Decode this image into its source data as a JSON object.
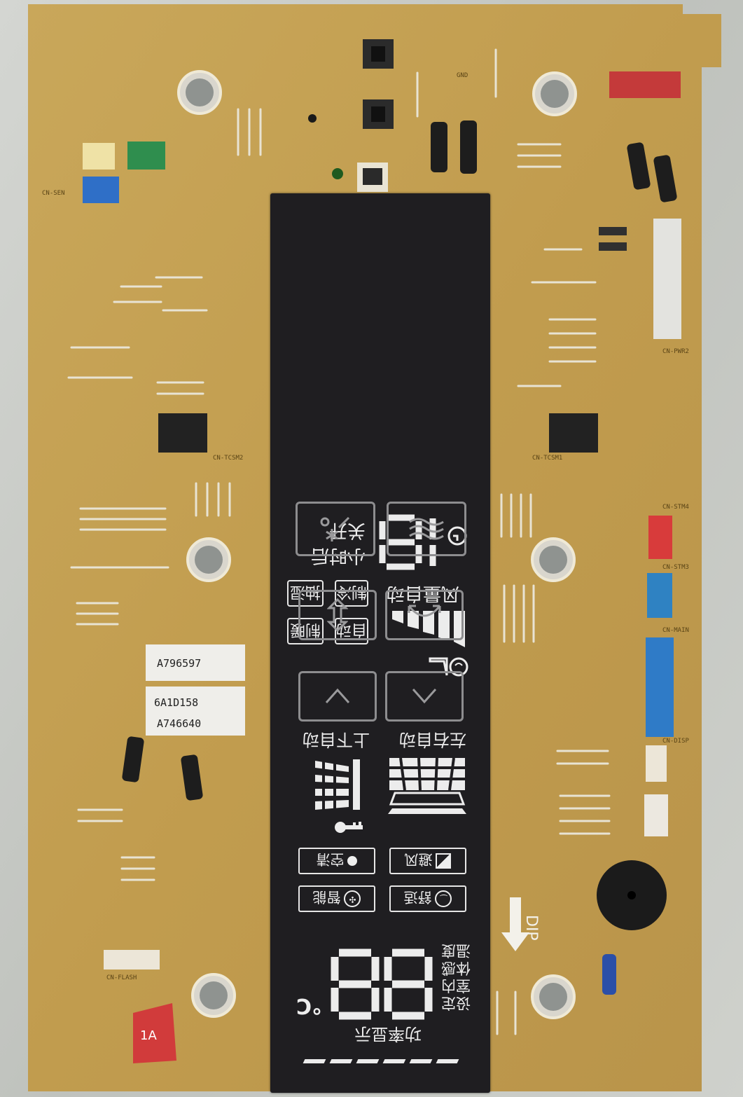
{
  "pcb": {
    "board_color": "#c7a455",
    "silkscreen_labels": {
      "gnd": "GND",
      "dip": "DIP",
      "cn_pwr2": "CN-PWR2",
      "cn_stm4": "CN-STM4",
      "cn_stm3": "CN-STM3",
      "cn_main": "CN-MAIN",
      "cn_disp": "CN-DISP",
      "cn_tcsm1": "CN-TCSM1",
      "cn_tcsm2": "CN-TCSM2",
      "cn_flash": "CN-FLASH",
      "cn_sen": "CN-SEN"
    },
    "sticker_1": "A796597",
    "sticker_2_line1": "6A1D158",
    "sticker_2_line2": "A746640",
    "red_tag": "1A"
  },
  "panel": {
    "colors": {
      "panel": "#1f1e21",
      "key_border": "#8d8d8f",
      "glyph": "#ededed"
    },
    "keys": [
      {
        "name": "mode",
        "icon": "snowflake-sun-icon"
      },
      {
        "name": "fan",
        "icon": "wind-waves-icon"
      },
      {
        "name": "swing-vertical",
        "icon": "up-down-arrow-icon"
      },
      {
        "name": "swing-horizontal",
        "icon": "curved-arrow-icon"
      },
      {
        "name": "temp-down",
        "icon": "chevron-down-icon"
      },
      {
        "name": "temp-up",
        "icon": "chevron-up-icon"
      }
    ],
    "timer": {
      "digits": "18",
      "line1": "小时后",
      "line2": "关开"
    },
    "fan_auto": "风量自动",
    "modes": {
      "cool": "制冷",
      "dry": "抽湿",
      "auto": "自动",
      "heat": "制暖"
    },
    "swing": {
      "left_right": "左右自动",
      "up_down": "上下自动"
    },
    "functions": {
      "avoid_wind": "避风",
      "clean": "空清",
      "comfort": "舒适",
      "smart": "智能"
    },
    "temperature": {
      "digits": "88",
      "unit": "°C",
      "labels": [
        "设定",
        "室内",
        "体感",
        "温度"
      ]
    },
    "power_display": "功率显示"
  }
}
